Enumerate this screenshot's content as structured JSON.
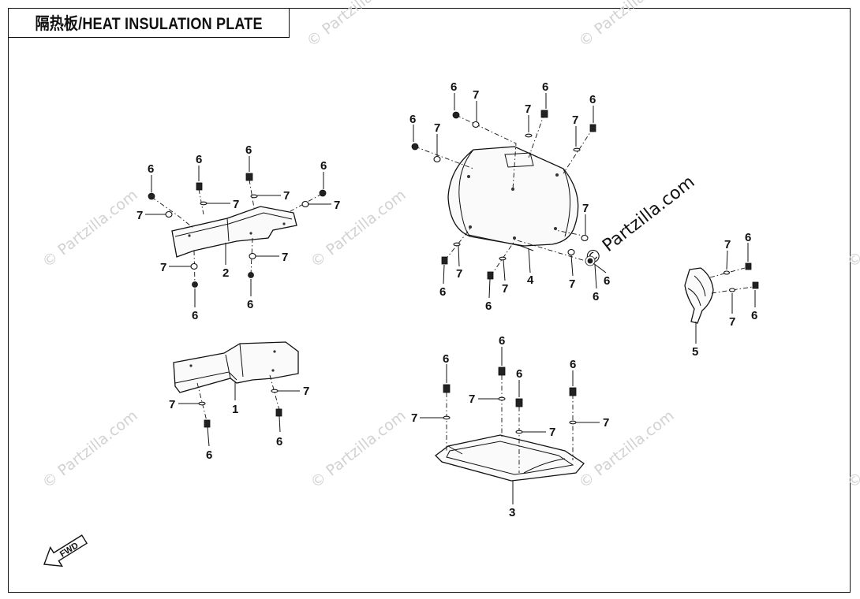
{
  "title": "隔热板/HEAT INSULATION PLATE",
  "watermark": "© Partzilla.com",
  "fwd_label": "FWD",
  "colors": {
    "line": "#111111",
    "watermark": "#d2d2d2",
    "background": "#ffffff"
  },
  "callouts": {
    "part_1": "1",
    "part_2": "2",
    "part_3": "3",
    "part_4": "4",
    "part_5": "5",
    "bolt": "6",
    "washer": "7"
  }
}
